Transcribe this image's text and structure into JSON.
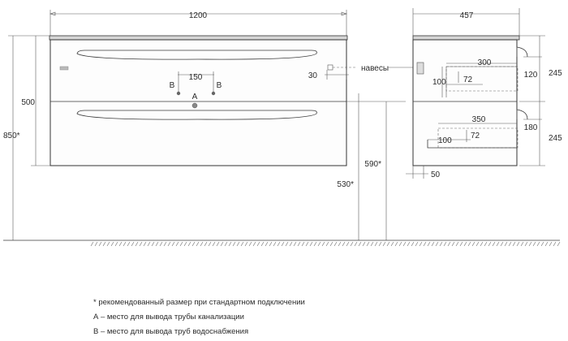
{
  "dimensions": {
    "width_total": "1200",
    "depth_total": "457",
    "height_cabinet": "500",
    "height_floor_total": "850*",
    "pipe_spacing": "150",
    "hinge_offset": "30",
    "height_590": "590*",
    "height_530": "530*",
    "drawer_top_width": "300",
    "drawer_top_height": "100",
    "drawer_top_inner": "72",
    "drawer_top_front": "120",
    "drawer_top_total": "245",
    "drawer_bottom_width": "350",
    "drawer_bottom_height": "100",
    "drawer_bottom_inner": "72",
    "drawer_bottom_front": "180",
    "drawer_bottom_total": "245",
    "wall_offset": "50"
  },
  "labels": {
    "hinges": "навесы",
    "point_a": "A",
    "point_b_left": "B",
    "point_b_right": "B"
  },
  "notes": [
    "* рекомендованный размер при стандартном подключении",
    "А – место для вывода трубы канализации",
    "В – место для вывода труб водоснабжения"
  ]
}
